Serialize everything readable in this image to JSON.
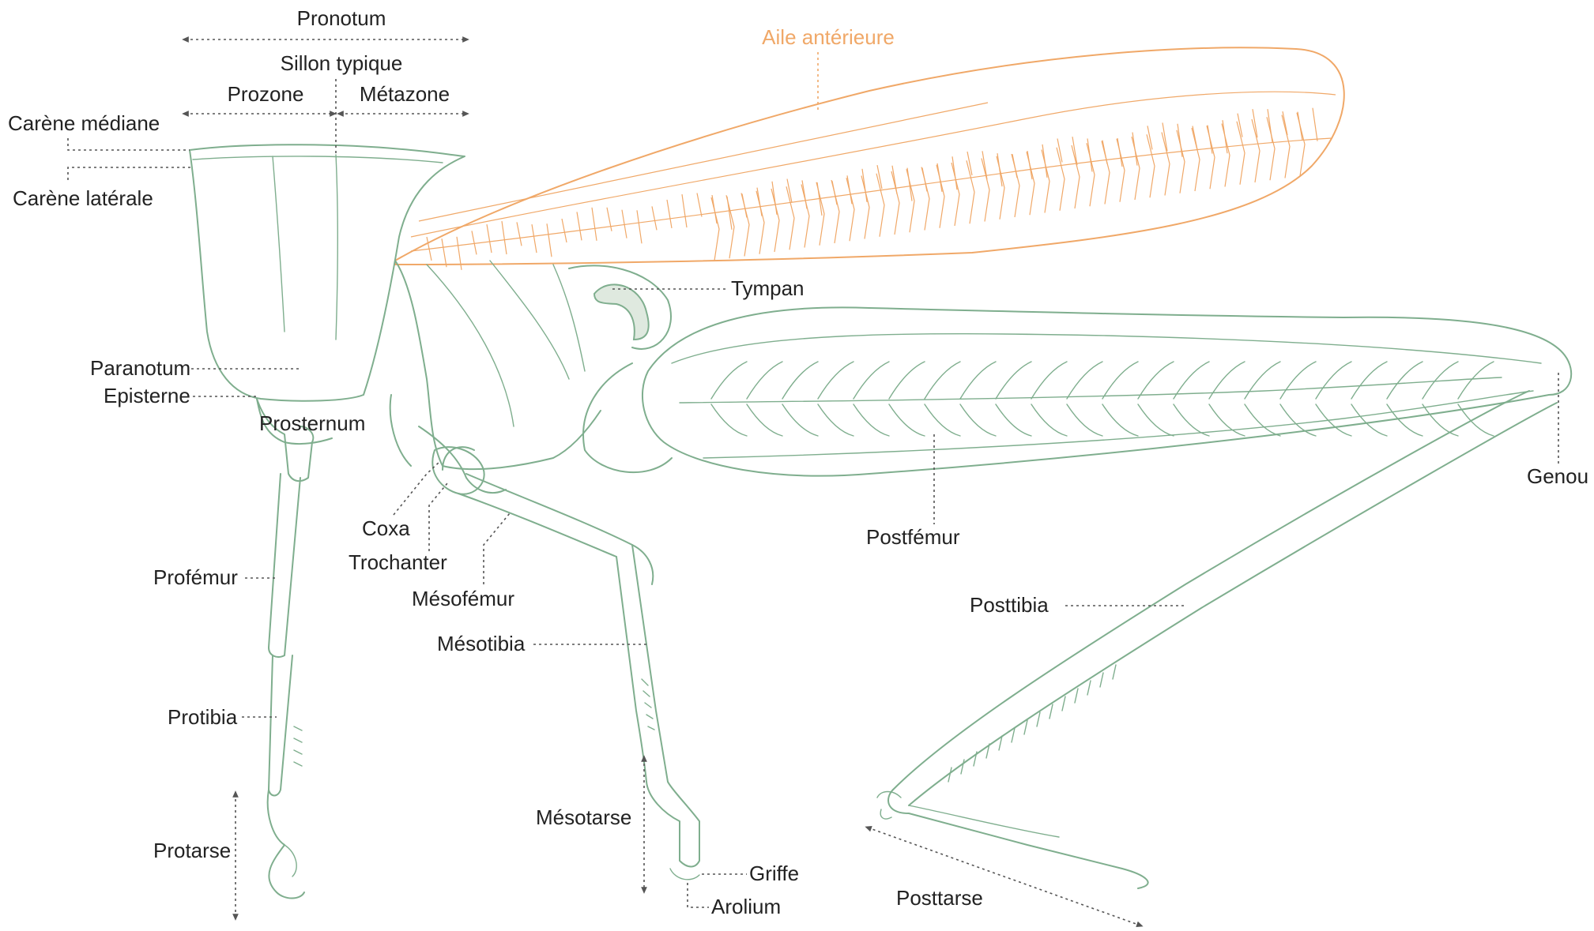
{
  "colors": {
    "body": "#7fae8e",
    "wing": "#f0a868",
    "labels": "#222222",
    "tympan_fill": "#dfe9df",
    "background": "#ffffff"
  },
  "labels": {
    "pronotum": "Pronotum",
    "sillon_typique": "Sillon typique",
    "prozone": "Prozone",
    "metazone": "Métazone",
    "carene_mediane": "Carène médiane",
    "carene_laterale": "Carène latérale",
    "aile_anterieure": "Aile antérieure",
    "tympan": "Tympan",
    "paranotum": "Paranotum",
    "episterne": "Episterne",
    "prosternum": "Prosternum",
    "coxa": "Coxa",
    "trochanter": "Trochanter",
    "mesofemur": "Mésofémur",
    "mesotibia": "Mésotibia",
    "mesotarse": "Mésotarse",
    "griffe": "Griffe",
    "arolium": "Arolium",
    "profemur": "Profémur",
    "protibia": "Protibia",
    "protarse": "Protarse",
    "postfemur": "Postfémur",
    "posttibia": "Posttibia",
    "posttarse": "Posttarse",
    "genou": "Genou"
  }
}
